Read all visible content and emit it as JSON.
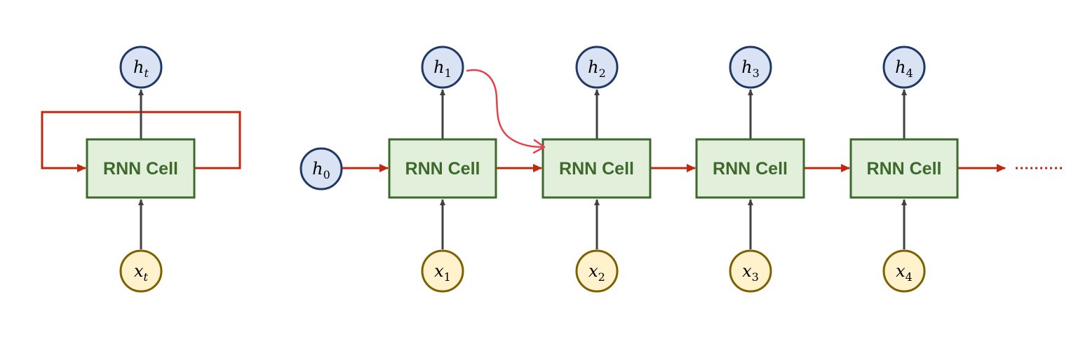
{
  "cell_label": "RNN Cell",
  "folded": {
    "hidden": {
      "base": "h",
      "sub": "t"
    },
    "input": {
      "base": "x",
      "sub": "t"
    }
  },
  "unrolled": {
    "initial_hidden": {
      "base": "h",
      "sub": "0"
    },
    "steps": [
      {
        "hidden": {
          "base": "h",
          "sub": "1"
        },
        "input": {
          "base": "x",
          "sub": "1"
        }
      },
      {
        "hidden": {
          "base": "h",
          "sub": "2"
        },
        "input": {
          "base": "x",
          "sub": "2"
        }
      },
      {
        "hidden": {
          "base": "h",
          "sub": "3"
        },
        "input": {
          "base": "x",
          "sub": "3"
        }
      },
      {
        "hidden": {
          "base": "h",
          "sub": "4"
        },
        "input": {
          "base": "x",
          "sub": "4"
        }
      }
    ],
    "continuation": "⋯⋯"
  },
  "colors": {
    "cell_fill": "#e2efda",
    "cell_stroke": "#3d6a2c",
    "hidden_fill": "#dae3f3",
    "hidden_stroke": "#1f3864",
    "input_fill": "#fff2cc",
    "input_stroke": "#7f6000",
    "recurrent_arrow": "#c0280f",
    "vertical_arrow": "#404040",
    "handdrawn_annotation": "#e8404a"
  }
}
